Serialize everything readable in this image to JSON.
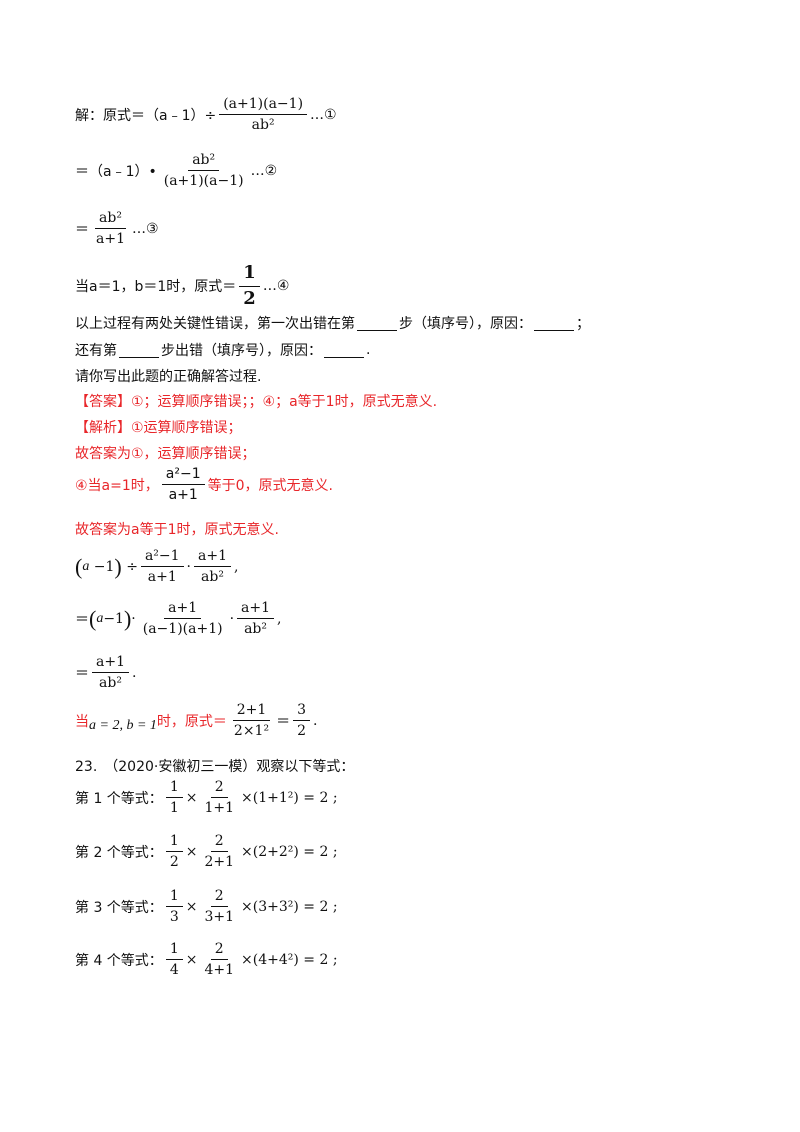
{
  "steps": {
    "s1_prefix": "解：原式＝（a﹣1）÷",
    "s1_num": "(a+1)(a−1)",
    "s1_den": "ab²",
    "s1_mark": "…①",
    "s2_prefix": "＝（a﹣1）•",
    "s2_num": "ab²",
    "s2_den": "(a+1)(a−1)",
    "s2_mark": "…②",
    "s3_prefix": "＝",
    "s3_num": "ab²",
    "s3_den": "a+1",
    "s3_mark": "…③",
    "s4_prefix": "当a＝1，b＝1时，原式＝",
    "s4_num": "1",
    "s4_den": "2",
    "s4_mark": "…④"
  },
  "question": {
    "q1a": "以上过程有两处关键性错误，第一次出错在第",
    "q1b": "步（填序号），原因：",
    "q1c": "；",
    "q2a": "还有第",
    "q2b": "步出错（填序号），原因：",
    "q2c": ".",
    "q3": "请你写出此题的正确解答过程."
  },
  "answer": {
    "line1": "【答案】①；运算顺序错误；；④；a等于1时，原式无意义.",
    "line2": "【解析】①运算顺序错误；",
    "line3": "故答案为①，运算顺序错误；",
    "line4_prefix": "④当a=1时，",
    "line4_num": "a²−1",
    "line4_den": "a+1",
    "line4_suffix": "等于0，原式无意义.",
    "line5": "故答案为a等于1时，原式无意义."
  },
  "solution": {
    "r1_f1_num": "a²−1",
    "r1_f1_den": "a+1",
    "r1_f2_num": "a+1",
    "r1_f2_den": "ab²",
    "r2_f1_num": "a+1",
    "r2_f1_den": "(a−1)(a+1)",
    "r2_f2_num": "a+1",
    "r2_f2_den": "ab²",
    "r3_num": "a+1",
    "r3_den": "ab²",
    "r4_prefix": "当",
    "r4_cond": "a = 2, b = 1",
    "r4_mid": "时，原式＝",
    "r4_f1_num": "2+1",
    "r4_f1_den": "2×1²",
    "r4_f2_num": "3",
    "r4_f2_den": "2"
  },
  "problem23": {
    "title": "23.　（2020·安徽初三一模）观察以下等式：",
    "equations": [
      {
        "label": "第 1 个等式：",
        "n": "1",
        "d2": "1+1",
        "paren": "(1+1²) = 2 ;"
      },
      {
        "label": "第 2 个等式：",
        "n": "2",
        "d2": "2+1",
        "paren": "(2+2²) = 2 ;"
      },
      {
        "label": "第 3 个等式：",
        "n": "3",
        "d2": "3+1",
        "paren": "(3+3²) = 2 ;"
      },
      {
        "label": "第 4 个等式：",
        "n": "4",
        "d2": "4+1",
        "paren": "(4+4²) = 2 ;"
      }
    ],
    "one": "1",
    "two": "2"
  }
}
